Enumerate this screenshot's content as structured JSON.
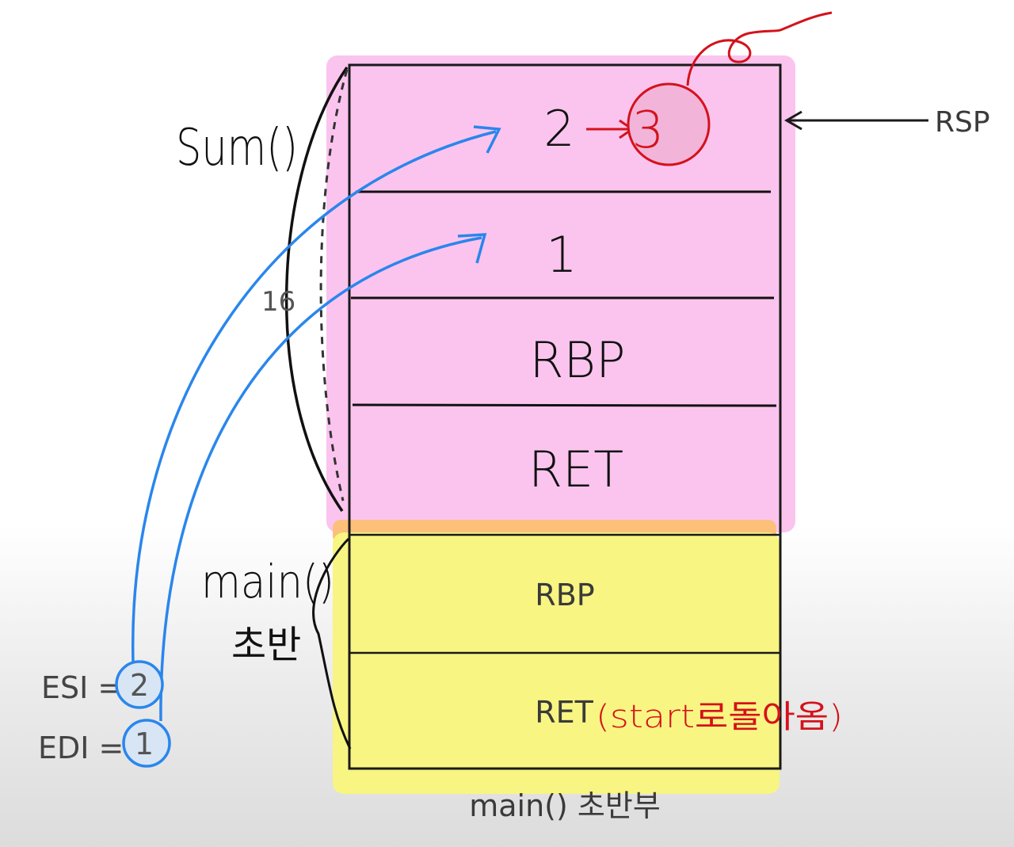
{
  "stack": {
    "sum_frame": {
      "cells": [
        "2",
        "1",
        "RBP",
        "RET"
      ],
      "new_value": "3",
      "highlight_color": "#fbc4ee"
    },
    "main_frame": {
      "cells": [
        "RBP",
        "RET"
      ],
      "ret_annotation": "(start로돌아옴)",
      "highlight_color": "#f8f582"
    },
    "caption": "main() 초반부"
  },
  "labels": {
    "sum": "Sum()",
    "main": "main()",
    "main_sub": "초반",
    "size": "16",
    "rsp": "RSP"
  },
  "registers": {
    "esi_label": "ESI =",
    "esi_value": "2",
    "edi_label": "EDI =",
    "edi_value": "1"
  },
  "colors": {
    "arrow_blue": "#2a86ec",
    "annotation_red": "#d4121b",
    "frame_border": "#1a1a1a"
  }
}
